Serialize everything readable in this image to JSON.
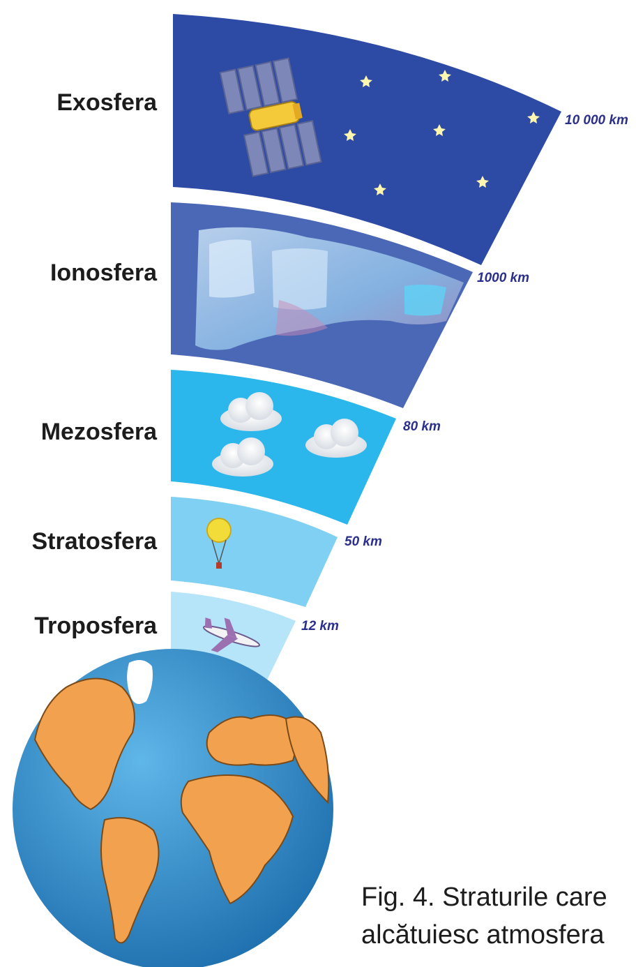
{
  "layers": [
    {
      "name": "Exosfera",
      "altitude": "10 000 km",
      "color": "#2d4aa5"
    },
    {
      "name": "Ionosfera",
      "altitude": "1000 km",
      "color": "#4a68b5"
    },
    {
      "name": "Mezosfera",
      "altitude": "80 km",
      "color": "#2cb7ec"
    },
    {
      "name": "Stratosfera",
      "altitude": "50 km",
      "color": "#7fd0f3"
    },
    {
      "name": "Troposfera",
      "altitude": "12 km",
      "color": "#b6e4f8"
    }
  ],
  "caption": {
    "line1": "Fig. 4. Straturile care",
    "line2": "alcătuiesc atmosfera"
  },
  "colors": {
    "ocean": "#2f8fd0",
    "land": "#f2a24f",
    "ice": "#ffffff",
    "altitude_text": "#2b2f8c"
  },
  "icons": [
    "satellite-icon",
    "star-icon",
    "aurora-icon",
    "cloud-icon",
    "balloon-icon",
    "airplane-icon",
    "earth-globe-icon"
  ]
}
